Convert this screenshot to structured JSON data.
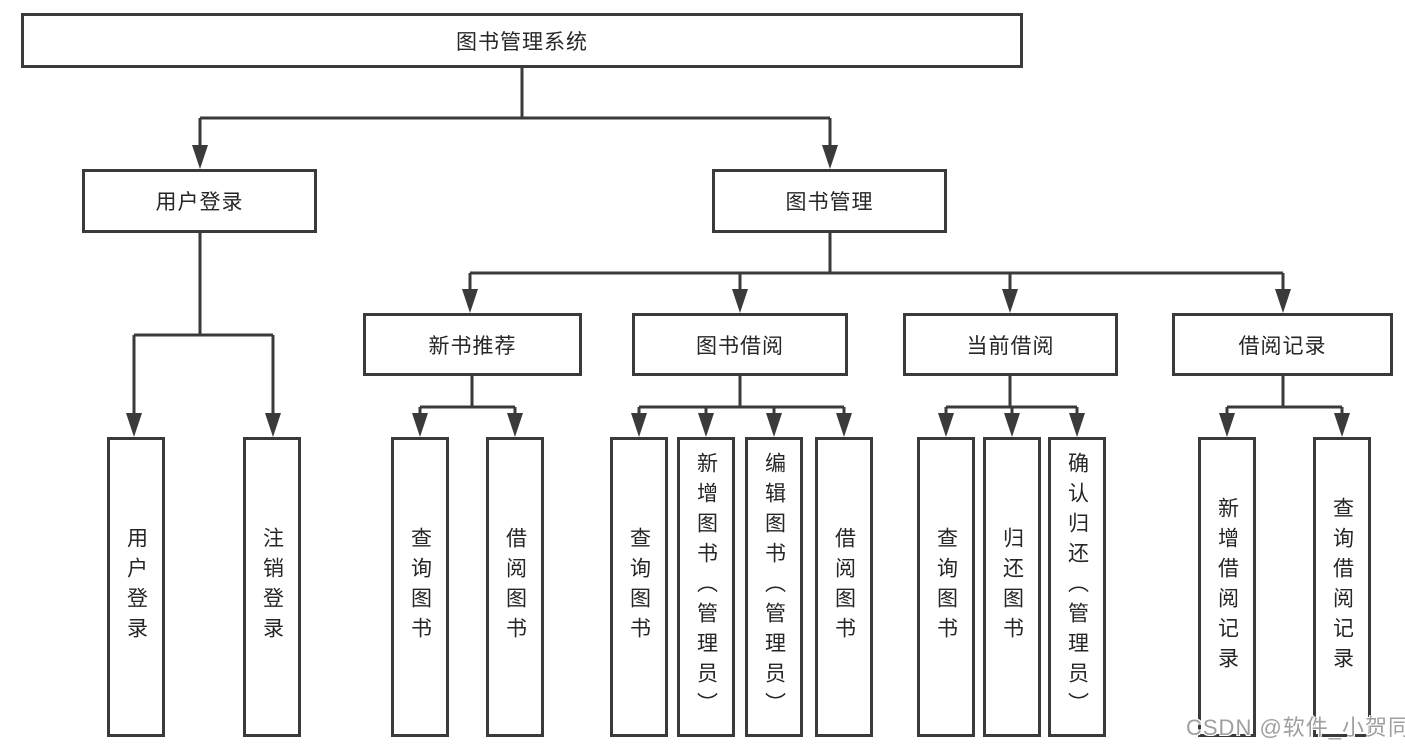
{
  "colors": {
    "line": "#3a3a3a",
    "box_border": "#3a3a3a",
    "text": "#262626",
    "background": "#ffffff"
  },
  "tree": {
    "root": {
      "label": "图书管理系统"
    },
    "children": [
      {
        "label": "用户登录",
        "children": [
          {
            "label": "用户登录"
          },
          {
            "label": "注销登录"
          }
        ]
      },
      {
        "label": "图书管理",
        "children": [
          {
            "label": "新书推荐",
            "children": [
              {
                "label": "查询图书"
              },
              {
                "label": "借阅图书"
              }
            ]
          },
          {
            "label": "图书借阅",
            "children": [
              {
                "label": "查询图书"
              },
              {
                "label": "新增图书（管理员）"
              },
              {
                "label": "编辑图书（管理员）"
              },
              {
                "label": "借阅图书"
              }
            ]
          },
          {
            "label": "当前借阅",
            "children": [
              {
                "label": "查询图书"
              },
              {
                "label": "归还图书"
              },
              {
                "label": "确认归还（管理员）"
              }
            ]
          },
          {
            "label": "借阅记录",
            "children": [
              {
                "label": "新增借阅记录"
              },
              {
                "label": "查询借阅记录"
              }
            ]
          }
        ]
      }
    ]
  },
  "watermark": {
    "text": "CSDN @软件_小贺同学",
    "color": "#9f9f9f"
  }
}
